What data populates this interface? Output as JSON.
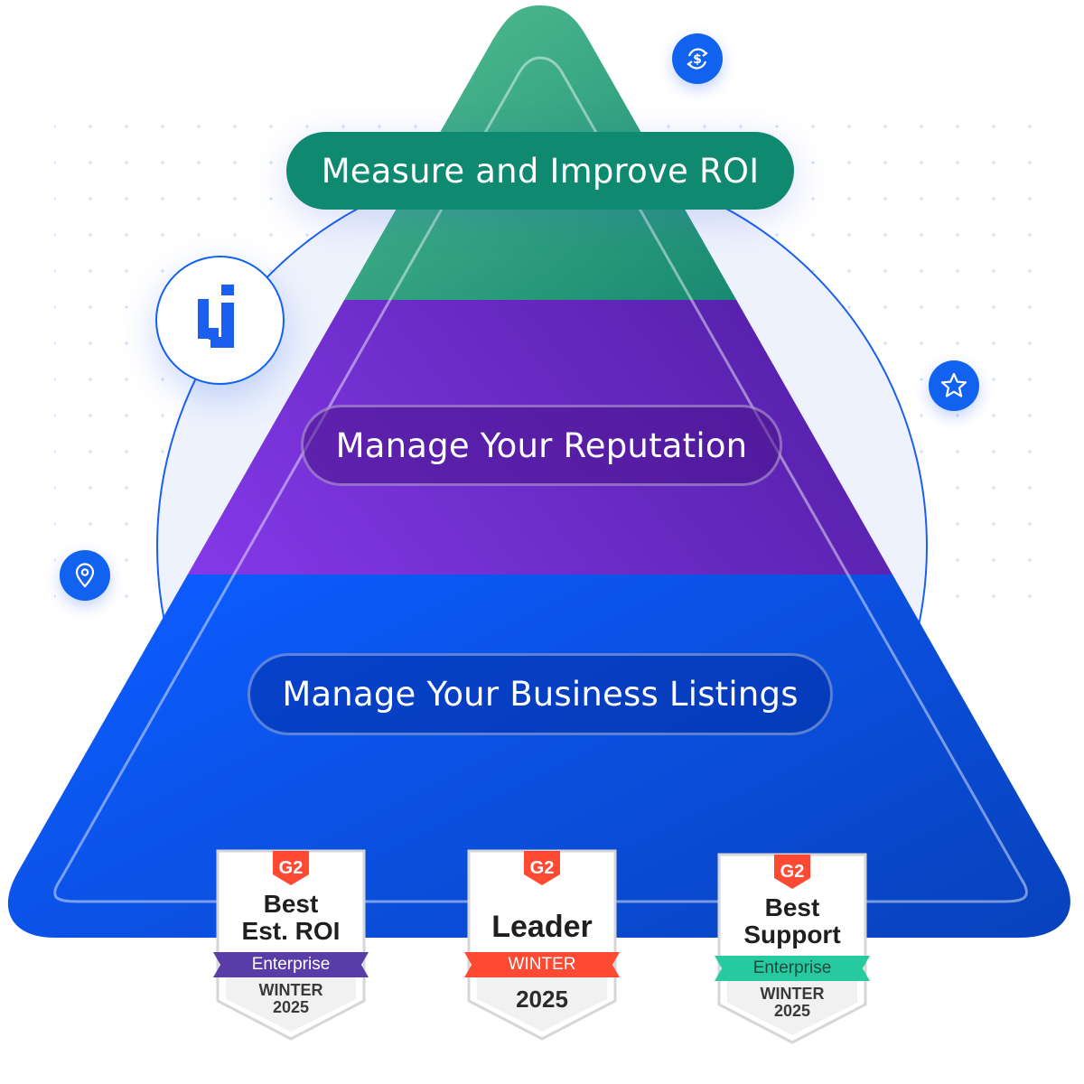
{
  "tiers": [
    {
      "label": "Measure and Improve ROI",
      "color": "#0f8a70"
    },
    {
      "label": "Manage Your Reputation",
      "color": "#6a28d0"
    },
    {
      "label": "Manage Your Business Listings",
      "color": "#0a55f5"
    }
  ],
  "icons": {
    "dollar": "dollar-refresh-icon",
    "star": "star-icon",
    "pin": "location-pin-icon",
    "logo": "brand-logo-icon"
  },
  "badges": [
    {
      "brand": "G2",
      "title_line1": "Best",
      "title_line2": "Est. ROI",
      "ribbon": "Enterprise",
      "ribbon_color": "#5a3ca8",
      "foot_line1": "WINTER",
      "foot_line2": "2025"
    },
    {
      "brand": "G2",
      "title_line1": "Leader",
      "ribbon": "WINTER",
      "ribbon_color": "#ff4a33",
      "foot_line1": "2025"
    },
    {
      "brand": "G2",
      "title_line1": "Best",
      "title_line2": "Support",
      "ribbon": "Enterprise",
      "ribbon_color": "#27c9a0",
      "foot_line1": "WINTER",
      "foot_line2": "2025"
    }
  ]
}
